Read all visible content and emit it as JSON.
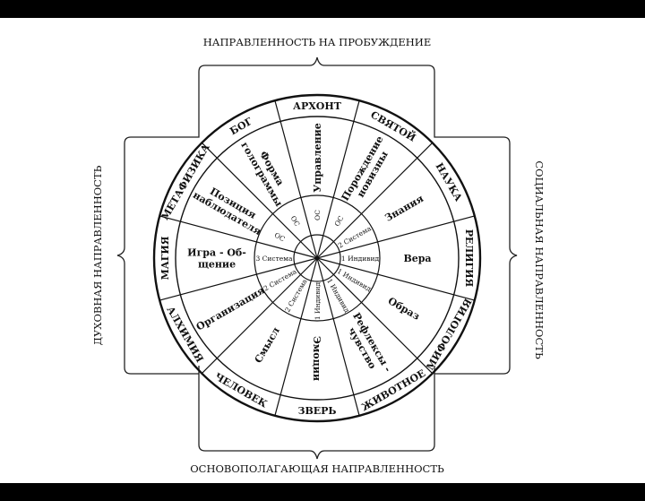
{
  "directions": {
    "top": "НАПРАВЛЕННОСТЬ  НА ПРОБУЖДЕНИЕ",
    "bottom": "ОСНОВОПОЛАГАЮЩАЯ НАПРАВЛЕННОСТЬ",
    "left": "ДУХОВНАЯ НАПРАВЛЕННОСТЬ",
    "right": "СОЦИАЛЬНАЯ НАПРАВЛЕННОСТЬ"
  },
  "outer_ring": [
    {
      "label": "АРХОНТ"
    },
    {
      "label": "СВЯТОЙ"
    },
    {
      "label": "НАУКА"
    },
    {
      "label": "РЕЛИГИЯ"
    },
    {
      "label": "МИФОЛОГИЯ"
    },
    {
      "label": "ЖИВОТНОЕ"
    },
    {
      "label": "ЗВЕРЬ"
    },
    {
      "label": "ЧЕЛОВЕК"
    },
    {
      "label": "АЛХИМИЯ"
    },
    {
      "label": "МАГИЯ"
    },
    {
      "label": "МЕТАФИЗИКА"
    },
    {
      "label": "БОГ"
    }
  ],
  "middle_ring": [
    {
      "lines": [
        "Управление"
      ]
    },
    {
      "lines": [
        "Порождение",
        "новизны"
      ]
    },
    {
      "lines": [
        "Знания"
      ]
    },
    {
      "lines": [
        "Вера"
      ]
    },
    {
      "lines": [
        "Образ"
      ]
    },
    {
      "lines": [
        "Рефлексы -",
        "чувство"
      ]
    },
    {
      "lines": [
        "Эмоции"
      ]
    },
    {
      "lines": [
        "Смысл"
      ]
    },
    {
      "lines": [
        "Организация"
      ]
    },
    {
      "lines": [
        "Игра - Об-",
        "щение"
      ]
    },
    {
      "lines": [
        "Позиция",
        "наблюдателя"
      ]
    },
    {
      "lines": [
        "Форма",
        "голограммы"
      ]
    }
  ],
  "inner_ring": [
    {
      "label": "ОС"
    },
    {
      "label": "ОС"
    },
    {
      "label": "2 Система"
    },
    {
      "label": "1 Индивид"
    },
    {
      "label": "1 Индивид"
    },
    {
      "label": "1 Индивид"
    },
    {
      "label": "1 Индивид"
    },
    {
      "label": "2 Система"
    },
    {
      "label": "2 Система"
    },
    {
      "label": "3 Система"
    },
    {
      "label": "ОС"
    },
    {
      "label": "ОС"
    }
  ]
}
